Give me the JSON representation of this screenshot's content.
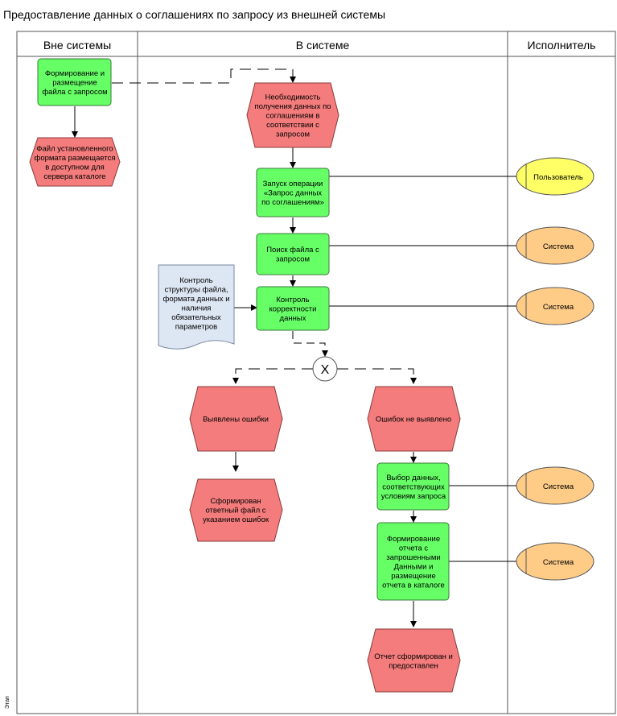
{
  "title": "Предоставление данных о соглашениях по запросу из внешней системы",
  "lanes": [
    "Вне системы",
    "В системе",
    "Исполнитель"
  ],
  "side_label": "Этап",
  "nodes": {
    "outside_func": [
      "Формирование и",
      "размещение",
      "файла с запросом"
    ],
    "outside_event": [
      "Файл установленного",
      "формата размещается",
      "в доступном для",
      "сервера каталоге"
    ],
    "event_need": [
      "Необходимость",
      "получения данных по",
      "соглашениям в",
      "соответствии с",
      "запросом"
    ],
    "func_start": [
      "Запуск операции",
      "«Запрос данных",
      "по соглашениям»"
    ],
    "func_search": [
      "Поиск файла с",
      "запросом"
    ],
    "func_control": [
      "Контроль",
      "корректности",
      "данных"
    ],
    "doc_control": [
      "Контроль",
      "структуры файла,",
      "формата данных и",
      "наличия",
      "обязательных",
      "параметров"
    ],
    "xor": "X",
    "event_errors": [
      "Выявлены ошибки"
    ],
    "event_answer": [
      "Сформирован",
      "ответный файл с",
      "указанием ошибок"
    ],
    "event_noerrors": [
      "Ошибок не выявлено"
    ],
    "func_select": [
      "Выбор данных,",
      "соответствующих",
      "условиям запроса"
    ],
    "func_report": [
      "Формирование",
      "отчета с",
      "запрошенными",
      "Данными и",
      "размещение",
      "отчета в каталоге"
    ],
    "event_report_done": [
      "Отчет сформирован и",
      "предоставлен"
    ]
  },
  "executors": {
    "user": "Пользователь",
    "system1": "Система",
    "system2": "Система",
    "system3": "Система",
    "system4": "Система"
  },
  "colors": {
    "function": "#66ff66",
    "event": "#f47c7c",
    "role_user": "#ffff66",
    "role_system": "#ffcc88",
    "document": "#dde6f3"
  }
}
